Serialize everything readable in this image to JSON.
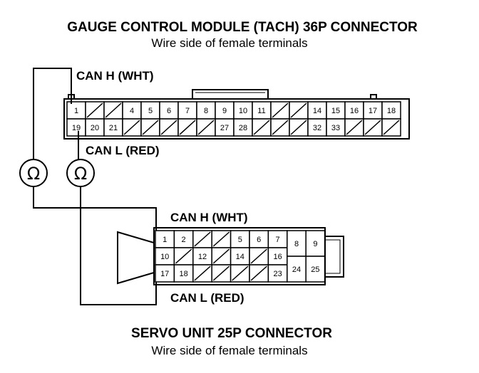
{
  "gauge": {
    "title": "GAUGE CONTROL MODULE (TACH) 36P CONNECTOR",
    "subtitle": "Wire side of female terminals",
    "row1": [
      "1",
      "",
      "",
      "4",
      "5",
      "6",
      "7",
      "8",
      "9",
      "10",
      "11",
      "",
      "",
      "14",
      "15",
      "16",
      "17",
      "18"
    ],
    "row2": [
      "19",
      "20",
      "21",
      "",
      "",
      "",
      "",
      "",
      "27",
      "28",
      "",
      "",
      "",
      "32",
      "33",
      "",
      "",
      ""
    ]
  },
  "servo": {
    "title": "SERVO UNIT 25P CONNECTOR",
    "subtitle": "Wire side of female terminals",
    "row1": [
      "1",
      "2",
      "",
      "",
      "5",
      "6",
      "7"
    ],
    "row2": [
      "10",
      "",
      "12",
      "",
      "14",
      "",
      "16"
    ],
    "row3": [
      "17",
      "18",
      "",
      "",
      "",
      "",
      "23"
    ],
    "right_top": [
      "8",
      "9"
    ],
    "right_bottom": [
      "24",
      "25"
    ]
  },
  "labels": {
    "gauge_can_h": "CAN H (WHT)",
    "gauge_can_l": "CAN L (RED)",
    "servo_can_h": "CAN H (WHT)",
    "servo_can_l": "CAN L (RED)"
  },
  "meters": [
    "Ω",
    "Ω"
  ],
  "colors": {
    "ink": "#000000",
    "background": "#ffffff"
  }
}
